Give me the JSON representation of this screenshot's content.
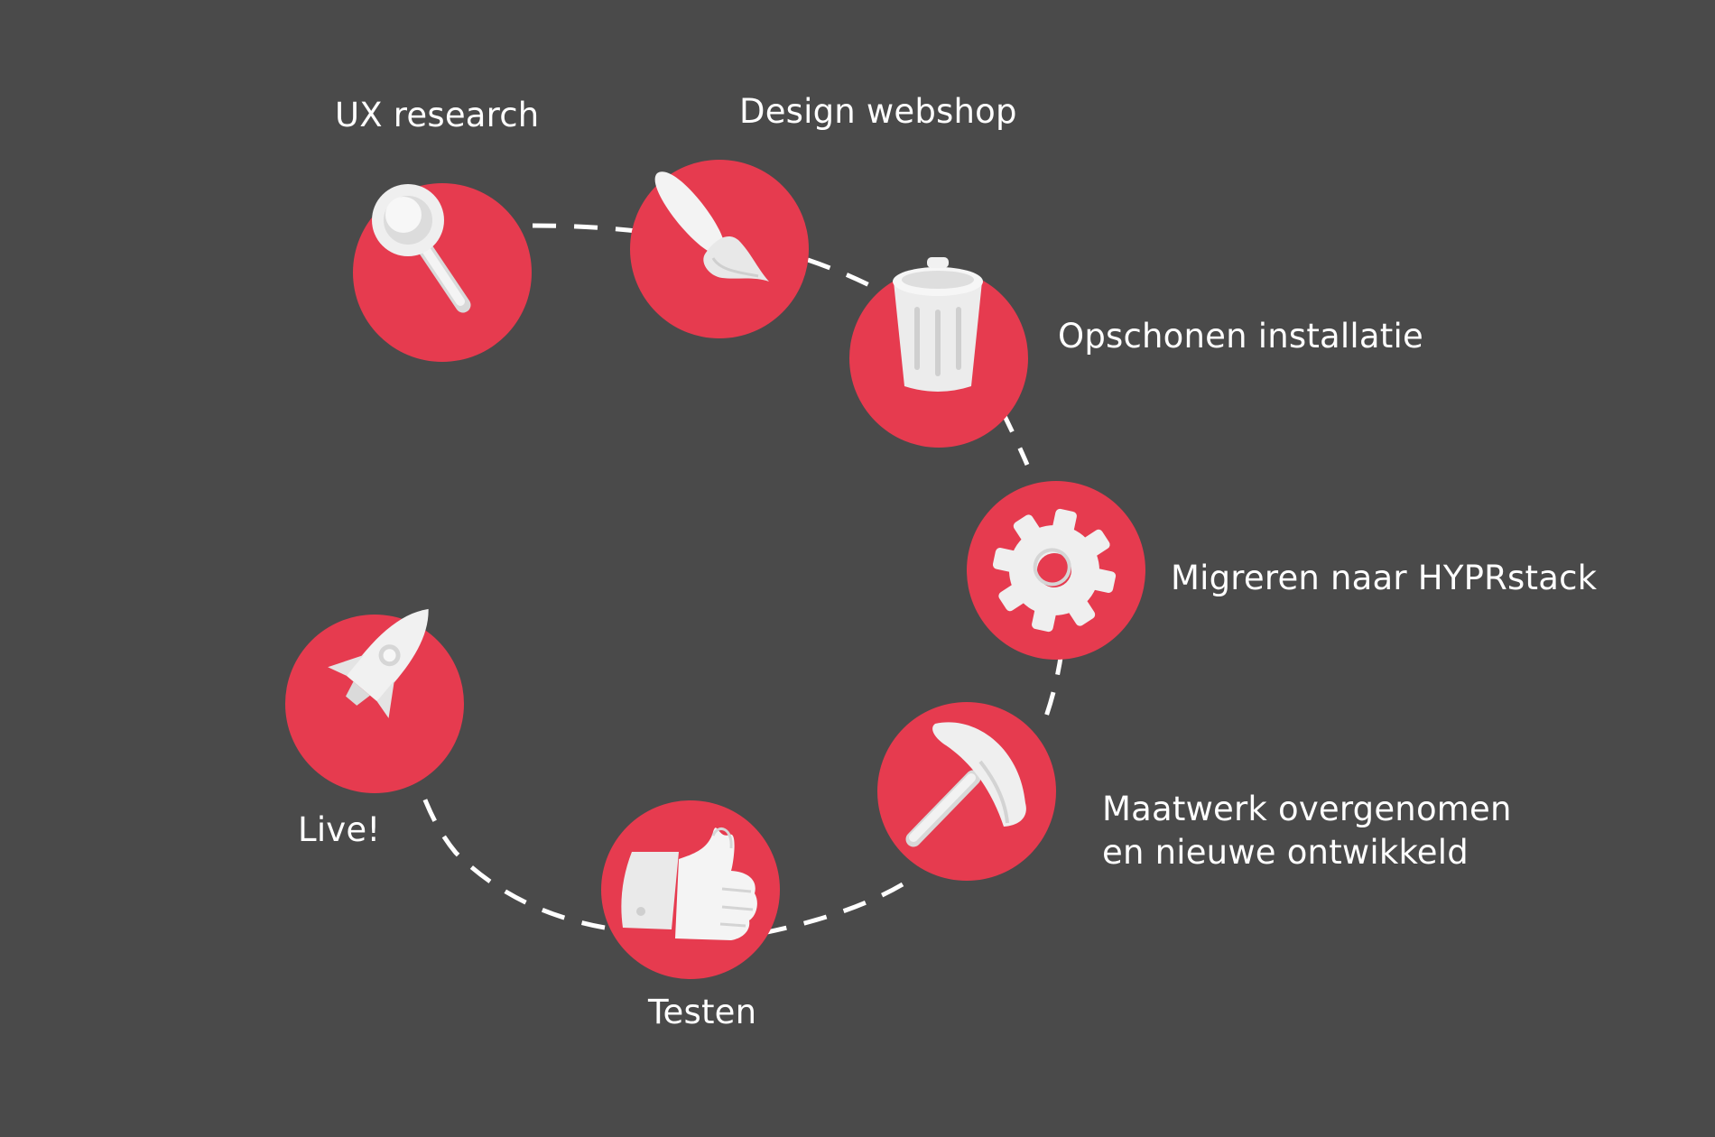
{
  "colors": {
    "background": "#4a4a4a",
    "circle": "#e63b4f",
    "icon": "#f2f2f2",
    "connector": "#ffffff",
    "text": "#ffffff"
  },
  "steps": [
    {
      "label": "UX research",
      "icon": "magnifier-icon"
    },
    {
      "label": "Design webshop",
      "icon": "paintbrush-icon"
    },
    {
      "label": "Opschonen installatie",
      "icon": "trash-bin-icon"
    },
    {
      "label": "Migreren naar HYPRstack",
      "icon": "gear-icon"
    },
    {
      "label_line1": "Maatwerk overgenomen",
      "label_line2": "en nieuwe ontwikkeld",
      "icon": "pickaxe-icon"
    },
    {
      "label": "Testen",
      "icon": "thumbs-up-icon"
    },
    {
      "label": "Live!",
      "icon": "rocket-icon"
    }
  ]
}
